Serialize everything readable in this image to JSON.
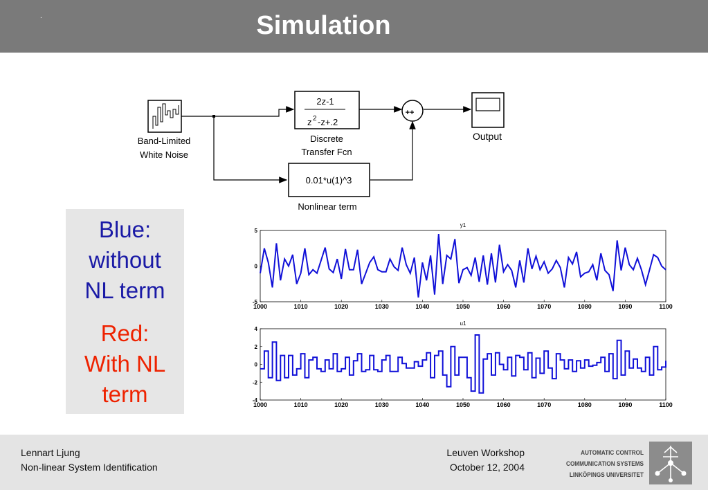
{
  "header": {
    "title": "Simulation",
    "mark": "."
  },
  "diagram": {
    "source_label_1": "Band-Limited",
    "source_label_2": "White Noise",
    "tf_numerator": "2z-1",
    "tf_denominator": "z",
    "tf_exponent": "2",
    "tf_denominator_rest": "-z+.2",
    "tf_label_1": "Discrete",
    "tf_label_2": "Transfer Fcn",
    "sum_signs": "++",
    "nl_expression": "0.01*u(1)^3",
    "nl_label": "Nonlinear term",
    "scope_label": "Output"
  },
  "legend": {
    "blue_lines": [
      "Blue:",
      "without",
      "NL term"
    ],
    "red_lines": [
      "Red:",
      "With NL",
      "term"
    ],
    "blue_color": "#1a1aa6",
    "red_color": "#ee2200"
  },
  "chart_data": [
    {
      "type": "line",
      "title": "y1",
      "x": [
        1000,
        1001,
        1002,
        1003,
        1004,
        1005,
        1006,
        1007,
        1008,
        1009,
        1010,
        1011,
        1012,
        1013,
        1014,
        1015,
        1016,
        1017,
        1018,
        1019,
        1020,
        1021,
        1022,
        1023,
        1024,
        1025,
        1026,
        1027,
        1028,
        1029,
        1030,
        1031,
        1032,
        1033,
        1034,
        1035,
        1036,
        1037,
        1038,
        1039,
        1040,
        1041,
        1042,
        1043,
        1044,
        1045,
        1046,
        1047,
        1048,
        1049,
        1050,
        1051,
        1052,
        1053,
        1054,
        1055,
        1056,
        1057,
        1058,
        1059,
        1060,
        1061,
        1062,
        1063,
        1064,
        1065,
        1066,
        1067,
        1068,
        1069,
        1070,
        1071,
        1072,
        1073,
        1074,
        1075,
        1076,
        1077,
        1078,
        1079,
        1080,
        1081,
        1082,
        1083,
        1084,
        1085,
        1086,
        1087,
        1088,
        1089,
        1090,
        1091,
        1092,
        1093,
        1094,
        1095,
        1096,
        1097,
        1098,
        1099,
        1100
      ],
      "series": [
        {
          "values": [
            -1,
            2.5,
            0.5,
            -3,
            3.2,
            -2,
            1,
            0,
            1.6,
            -2.5,
            -1,
            2.5,
            -1.2,
            -0.5,
            -1,
            0.8,
            2.6,
            -0.4,
            -0.9,
            1,
            -1.8,
            2.4,
            -0.5,
            -0.5,
            2.3,
            -2.5,
            -1,
            0.5,
            1.3,
            -0.5,
            -0.8,
            -0.8,
            1,
            -0.1,
            -0.6,
            2.6,
            0.2,
            -1,
            1.2,
            -4.4,
            0.5,
            -2,
            1.5,
            -4,
            4.5,
            -2.5,
            1.5,
            1,
            3.8,
            -2.4,
            -0.5,
            -0.2,
            -1.3,
            1.2,
            -2.2,
            1.5,
            -2.6,
            1.8,
            -2.3,
            3,
            -0.8,
            0.2,
            -0.6,
            -3,
            0.8,
            -2.3,
            2.5,
            -0.4,
            1.4,
            -0.5,
            0.6,
            -1,
            -0.4,
            0.8,
            -0.2,
            -3,
            1.2,
            0.3,
            2,
            -1.5,
            -1,
            -0.8,
            0.2,
            -2,
            1.8,
            -0.6,
            -1.2,
            -3.5,
            3.6,
            -0.6,
            2.6,
            0.2,
            -0.5,
            1.1,
            -0.5,
            -2.6,
            -0.5,
            1.6,
            1.2,
            0,
            -0.5
          ]
        }
      ],
      "xlim": [
        1000,
        1100
      ],
      "ylim": [
        -5,
        5
      ],
      "xticks": [
        1000,
        1010,
        1020,
        1030,
        1040,
        1050,
        1060,
        1070,
        1080,
        1090,
        1100
      ],
      "yticks": [
        -5,
        0,
        5
      ],
      "color": "#1010d8"
    },
    {
      "type": "line",
      "title": "u1",
      "x": [
        1000,
        1001,
        1002,
        1003,
        1004,
        1005,
        1006,
        1007,
        1008,
        1009,
        1010,
        1011,
        1012,
        1013,
        1014,
        1015,
        1016,
        1017,
        1018,
        1019,
        1020,
        1021,
        1022,
        1023,
        1024,
        1025,
        1026,
        1027,
        1028,
        1029,
        1030,
        1031,
        1032,
        1033,
        1034,
        1035,
        1036,
        1037,
        1038,
        1039,
        1040,
        1041,
        1042,
        1043,
        1044,
        1045,
        1046,
        1047,
        1048,
        1049,
        1050,
        1051,
        1052,
        1053,
        1054,
        1055,
        1056,
        1057,
        1058,
        1059,
        1060,
        1061,
        1062,
        1063,
        1064,
        1065,
        1066,
        1067,
        1068,
        1069,
        1070,
        1071,
        1072,
        1073,
        1074,
        1075,
        1076,
        1077,
        1078,
        1079,
        1080,
        1081,
        1082,
        1083,
        1084,
        1085,
        1086,
        1087,
        1088,
        1089,
        1090,
        1091,
        1092,
        1093,
        1094,
        1095,
        1096,
        1097,
        1098,
        1099,
        1100
      ],
      "series": [
        {
          "values": [
            -0.5,
            1.5,
            -1.5,
            2.5,
            -1.8,
            1,
            -1.5,
            1,
            -1.2,
            -0.5,
            1.2,
            -1.5,
            0.5,
            0.8,
            -0.5,
            -0.8,
            0.5,
            -0.5,
            1.2,
            -0.8,
            -0.5,
            0.8,
            -1.2,
            0.4,
            1.2,
            -0.8,
            -0.6,
            1,
            -0.6,
            -0.8,
            0.5,
            1,
            -0.8,
            -0.8,
            0.8,
            0.1,
            -0.4,
            -0.4,
            0.3,
            -0.2,
            0.5,
            1.3,
            -1.5,
            1,
            1.5,
            -1.2,
            -2.5,
            2,
            -1.2,
            0.8,
            0.8,
            -1.5,
            -3,
            3.3,
            -3.2,
            0.6,
            1.2,
            -1.2,
            1.3,
            0,
            -0.6,
            0.8,
            -1.3,
            1,
            0.8,
            -0.6,
            1.3,
            -1.5,
            0.7,
            -1,
            1.5,
            -0.4,
            -1.6,
            1.2,
            0.5,
            -0.5,
            0.5,
            -0.8,
            0.4,
            -0.4,
            0.5,
            -0.2,
            -0.1,
            0.2,
            0.8,
            -0.8,
            1.2,
            -1.6,
            2.7,
            -1.2,
            1.5,
            -0.4,
            0.6,
            -0.4,
            -0.8,
            0.8,
            -1.2,
            2,
            -0.6,
            -0.3,
            0.4
          ]
        }
      ],
      "xlim": [
        1000,
        1100
      ],
      "ylim": [
        -4,
        4
      ],
      "xticks": [
        1000,
        1010,
        1020,
        1030,
        1040,
        1050,
        1060,
        1070,
        1080,
        1090,
        1100
      ],
      "yticks": [
        -4,
        -2,
        0,
        2,
        4
      ],
      "color": "#1010d8"
    }
  ],
  "footer": {
    "author": "Lennart Ljung",
    "subject": "Non-linear System Identification",
    "event": "Leuven Workshop",
    "date": "October 12, 2004",
    "org_line_1": "AUTOMATIC CONTROL",
    "org_line_2": "COMMUNICATION SYSTEMS",
    "org_line_3": "LINKÖPINGS UNIVERSITET"
  }
}
